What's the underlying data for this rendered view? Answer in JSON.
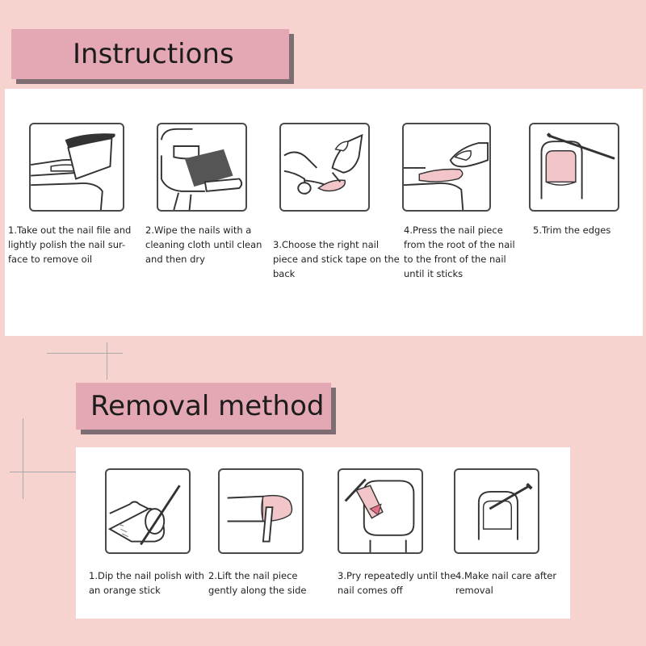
{
  "instructions": {
    "title": "Instructions",
    "steps": [
      {
        "icon": "nail-file-polish-icon",
        "caption": "1.Take out the nail file and lightly polish the nail sur-face to remove oil"
      },
      {
        "icon": "cleaning-cloth-icon",
        "caption": "2.Wipe the nails with a cleaning cloth until clean and then dry"
      },
      {
        "icon": "tape-nail-piece-icon",
        "caption": "3.Choose the right nail piece and stick tape on the back"
      },
      {
        "icon": "press-nail-piece-icon",
        "caption": "4.Press the nail piece from the root of the nail to the front of the nail until it sticks"
      },
      {
        "icon": "trim-edges-icon",
        "caption": "5.Trim the edges"
      }
    ]
  },
  "removal": {
    "title": "Removal method",
    "steps": [
      {
        "icon": "orange-stick-dip-icon",
        "caption": "1.Dip the nail polish with an orange stick"
      },
      {
        "icon": "lift-nail-piece-icon",
        "caption": "2.Lift the nail piece gently along the side"
      },
      {
        "icon": "pry-nail-icon",
        "caption": "3.Pry repeatedly until the nail comes off"
      },
      {
        "icon": "nail-care-icon",
        "caption": "4.Make nail care after removal"
      }
    ]
  },
  "colors": {
    "background": "#f6d3cf",
    "banner": "#e4a8b5",
    "nail_pink": "#f2c6c8"
  }
}
